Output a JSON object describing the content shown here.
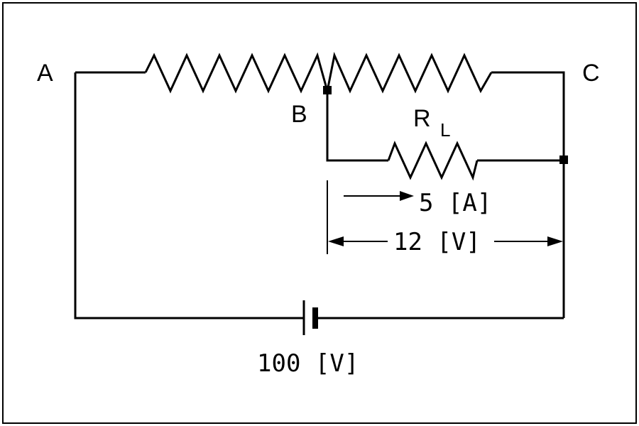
{
  "nodes": {
    "a": "A",
    "b": "B",
    "c": "C"
  },
  "load_resistor": {
    "symbol": "R",
    "subscript": "L"
  },
  "current_label": "5 [A]",
  "voltage_label": "12 [V]",
  "source_label": "100 [V]"
}
